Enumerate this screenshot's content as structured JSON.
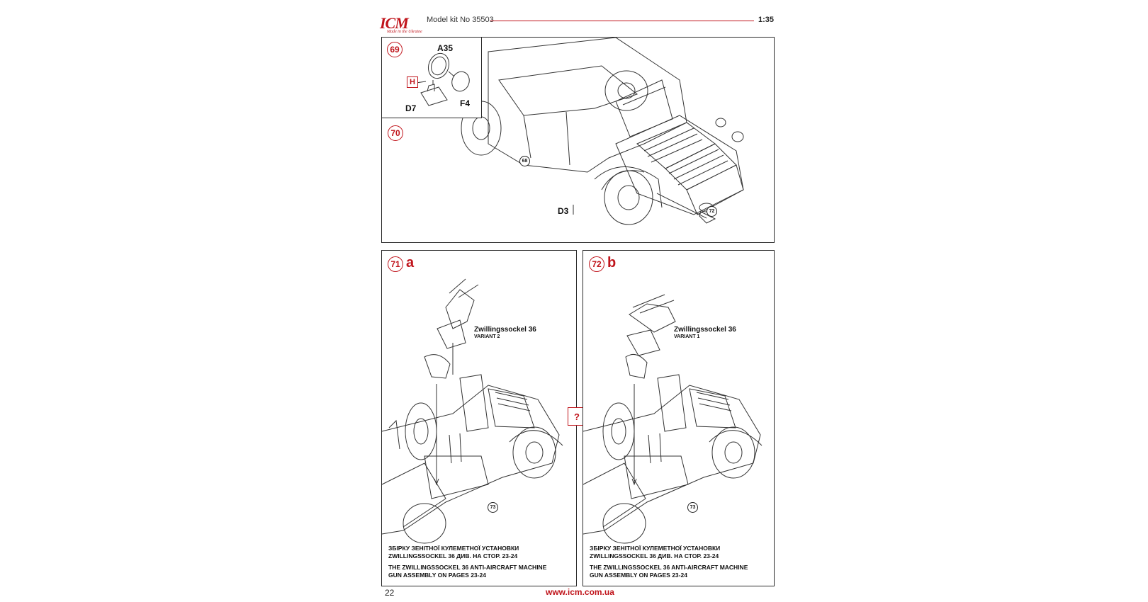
{
  "header": {
    "logo_text": "ICM",
    "logo_tagline": "Made in the Ukraine",
    "kit_label": "Model kit No 35503",
    "scale": "1:35"
  },
  "top_panel": {
    "inset_step": "69",
    "main_step": "70",
    "parts": {
      "a35": "A35",
      "f4": "F4",
      "d7": "D7",
      "h": "H",
      "d3": "D3"
    },
    "refs": {
      "r68": "68",
      "r72": "72"
    }
  },
  "left_panel": {
    "step": "71",
    "variant": "a",
    "callout_title": "Zwillingssockel 36",
    "callout_sub": "VARIANT 2",
    "ref": "73",
    "note_ua": "ЗБІРКУ ЗЕНІТНОЇ КУЛЕМЕТНОЇ УСТАНОВКИ ZWILLINGSSOCKEL 36 ДИВ. НА СТОР. 23-24",
    "note_en": "THE ZWILLINGSSOCKEL 36 ANTI-AIRCRAFT MACHINE GUN ASSEMBLY ON PAGES 23-24"
  },
  "right_panel": {
    "step": "72",
    "variant": "b",
    "callout_title": "Zwillingssockel 36",
    "callout_sub": "VARIANT 1",
    "ref": "73",
    "note_ua": "ЗБІРКУ ЗЕНІТНОЇ КУЛЕМЕТНОЇ УСТАНОВКИ ZWILLINGSSOCKEL 36 ДИВ. НА СТОР. 23-24",
    "note_en": "THE ZWILLINGSSOCKEL 36 ANTI-AIRCRAFT MACHINE GUN ASSEMBLY ON PAGES 23-24"
  },
  "center_badge": "?",
  "footer": {
    "page_number": "22",
    "url": "www.icm.com.ua"
  },
  "colors": {
    "accent": "#c0141b",
    "line": "#2a2a2a"
  }
}
